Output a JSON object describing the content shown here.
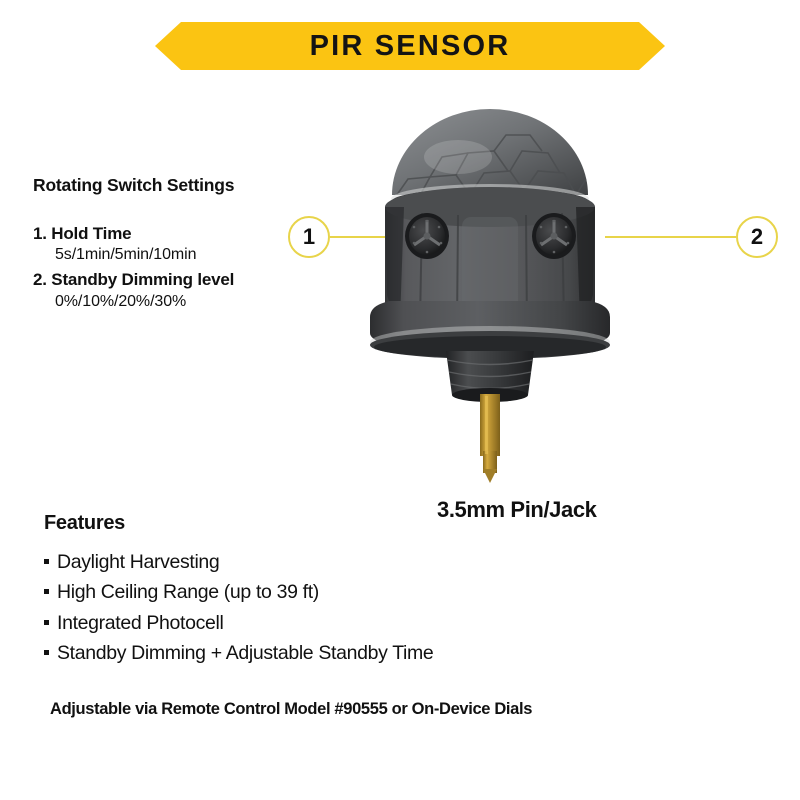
{
  "banner": {
    "title": "PIR SENSOR",
    "color": "#FBC412"
  },
  "settings": {
    "heading": "Rotating Switch Settings",
    "items": [
      {
        "label": "1. Hold Time",
        "values": "5s/1min/5min/10min"
      },
      {
        "label": "2. Standby Dimming level",
        "values": "0%/10%/20%/30%"
      }
    ]
  },
  "callouts": [
    {
      "number": "1",
      "target": "left-rotary-dial"
    },
    {
      "number": "2",
      "target": "right-rotary-dial"
    }
  ],
  "product": {
    "pin_label": "3.5mm Pin/Jack",
    "body_color": "#4a4a4c",
    "dome_color": "#6f7173",
    "pin_color": "#b08a2e"
  },
  "features": {
    "heading": "Features",
    "items": [
      "Daylight Harvesting",
      "High Ceiling Range (up to 39 ft)",
      "Integrated Photocell",
      "Standby Dimming + Adjustable Standby Time"
    ]
  },
  "footnote": "Adjustable via Remote Control Model #90555 or On-Device Dials",
  "accent_color": "#E8D44A"
}
